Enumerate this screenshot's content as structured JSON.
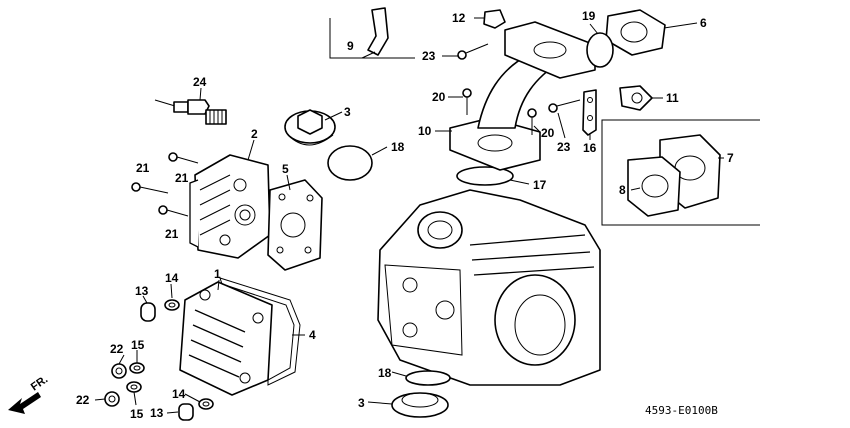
{
  "diagram": {
    "drawing_code": "4593-E0100B",
    "direction_label": "FR.",
    "callouts": [
      "1",
      "2",
      "3",
      "4",
      "5",
      "6",
      "7",
      "8",
      "9",
      "10",
      "11",
      "12",
      "13",
      "14",
      "15",
      "16",
      "17",
      "18",
      "19",
      "20",
      "21",
      "22",
      "23",
      "24"
    ],
    "callout_instances": [
      {
        "label": "1"
      },
      {
        "label": "2"
      },
      {
        "label": "3"
      },
      {
        "label": "3"
      },
      {
        "label": "4"
      },
      {
        "label": "5"
      },
      {
        "label": "6"
      },
      {
        "label": "7"
      },
      {
        "label": "8"
      },
      {
        "label": "9"
      },
      {
        "label": "10"
      },
      {
        "label": "11"
      },
      {
        "label": "12"
      },
      {
        "label": "13"
      },
      {
        "label": "13"
      },
      {
        "label": "14"
      },
      {
        "label": "14"
      },
      {
        "label": "15"
      },
      {
        "label": "15"
      },
      {
        "label": "16"
      },
      {
        "label": "17"
      },
      {
        "label": "18"
      },
      {
        "label": "18"
      },
      {
        "label": "19"
      },
      {
        "label": "20"
      },
      {
        "label": "20"
      },
      {
        "label": "21"
      },
      {
        "label": "21"
      },
      {
        "label": "21"
      },
      {
        "label": "22"
      },
      {
        "label": "22"
      },
      {
        "label": "23"
      },
      {
        "label": "23"
      },
      {
        "label": "24"
      }
    ]
  }
}
